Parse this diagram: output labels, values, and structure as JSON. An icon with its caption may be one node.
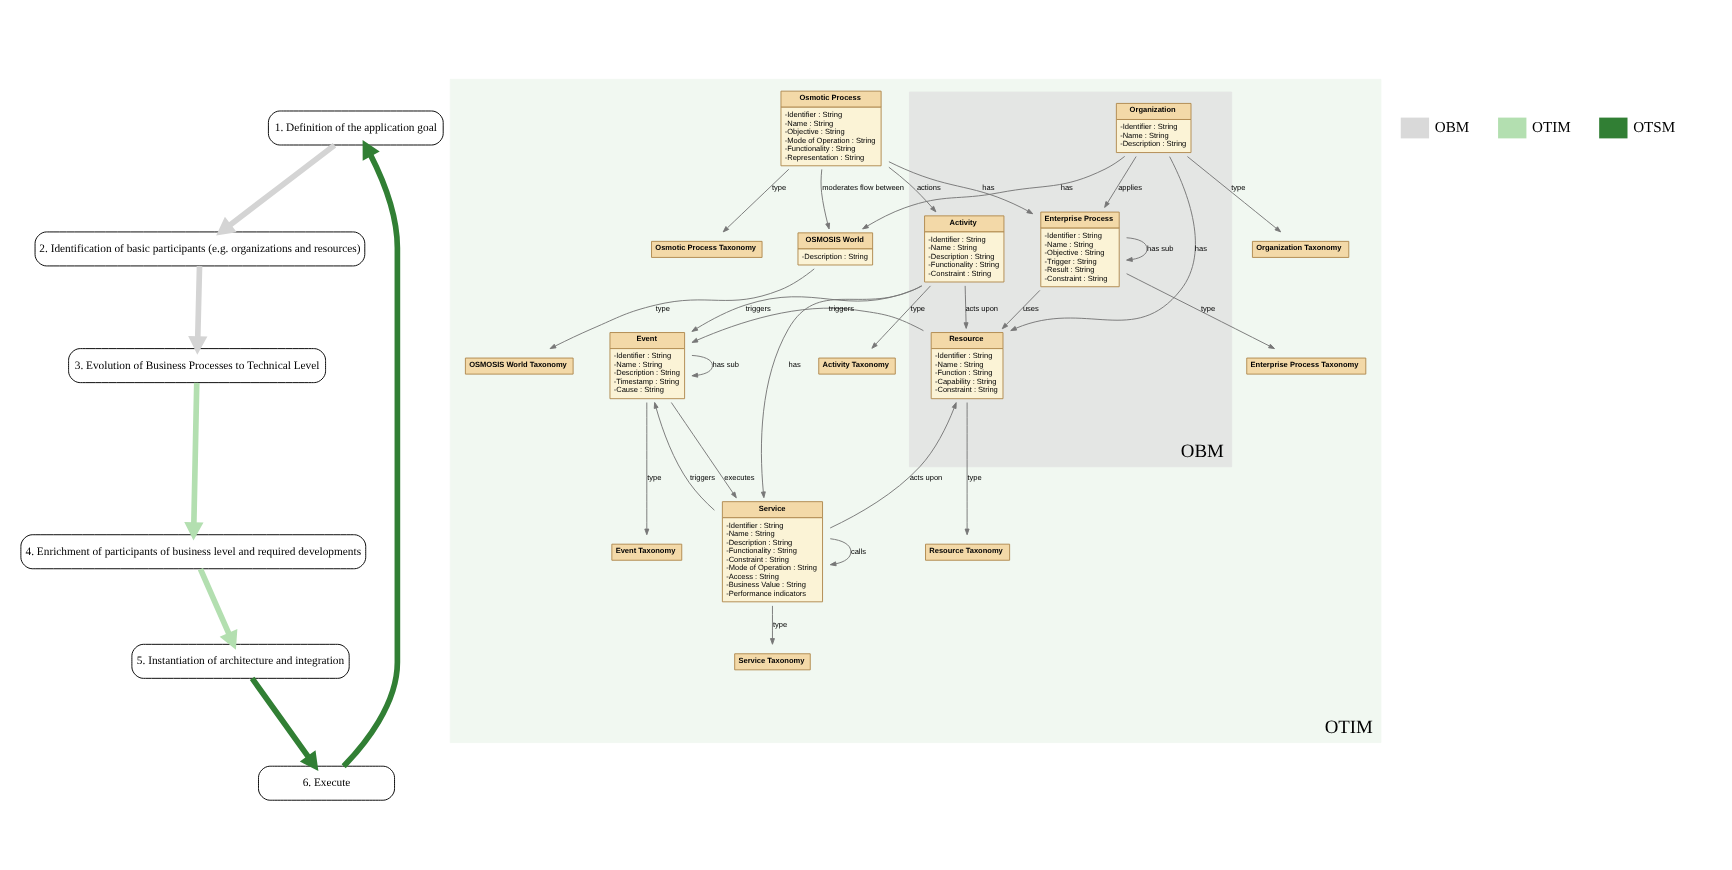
{
  "diagram": {
    "nodes": [
      {
        "text": [
          "1. Definition of the application goal"
        ]
      },
      {
        "text": [
          "2. Identification of basic participants (e.g. organizations and resources)"
        ]
      },
      {
        "text": [
          "3. Evolution of Business Processes to Technical Level"
        ]
      },
      {
        "text": [
          "4. Enrichment of participants of business level and required developments"
        ]
      },
      {
        "text": [
          "5. Instantiation of architecture and integration"
        ]
      },
      {
        "text": [
          "6. Execute"
        ]
      },
      {
        "text": [
          "OTIM"
        ]
      },
      {
        "text": [
          "OBM"
        ],
        "in": 6
      },
      {
        "text": [
          "Enterprise Process Taxonomy"
        ],
        "in": 6
      },
      {
        "text": [
          "Organization Taxonomy"
        ],
        "in": 6
      },
      {
        "text": [
          "Resource Taxonomy"
        ],
        "in": 6
      },
      {
        "text": [
          "Event Taxonomy"
        ],
        "in": 6
      },
      {
        "text": [
          "Enterprise Process",
          "-Identifier : String",
          "-Name : String",
          "-Objective : String",
          "-Trigger : String",
          "-Result : String",
          "-Constraint : String"
        ],
        "in": 7
      },
      {
        "text": [
          "Organization",
          "-Identifier : String",
          "-Name : String",
          "-Description : String"
        ],
        "in": 7
      },
      {
        "text": [
          "Resource",
          "-Identifier : String",
          "-Name : String",
          "-Function : String",
          "-Capability : String",
          "-Constraint : String"
        ],
        "in": 7
      },
      {
        "text": [
          "Event",
          "-Identifier : String",
          "-Name : String",
          "-Description : String",
          "-Timestamp : String",
          "-Cause : String"
        ],
        "in": 6
      },
      {
        "text": [
          "Osmotic Process",
          "-Identifier : String",
          "-Name : String",
          "-Objective : String",
          "-Mode of Operation : String",
          "-Functionality : String",
          "-Representation : String"
        ],
        "in": 6
      },
      {
        "text": [
          "OSMOSIS World",
          "-Description : String"
        ],
        "in": 6
      },
      {
        "text": [
          "Activity",
          "-Identifier : String",
          "-Name : String",
          "-Description : String",
          "-Functionality : String",
          "-Constraint : String"
        ],
        "in": 7
      },
      {
        "text": [
          "Service",
          "-Identifier : String",
          "-Name : String",
          "-Description : String",
          "-Functionality : String",
          "-Constraint : String",
          "-Mode of Operation : String",
          "-Access : String",
          "-Business Value : String",
          "-Performance indicators"
        ],
        "in": 6
      },
      {
        "text": [
          "Osmotic Process Taxonomy"
        ],
        "in": 6
      },
      {
        "text": [
          "OSMOSIS World Taxonomy"
        ],
        "in": 6
      },
      {
        "text": [
          "Activity Taxonomy"
        ],
        "in": 6
      },
      {
        "text": [
          "Service Taxonomy"
        ],
        "in": 6
      }
    ],
    "edges": [
      {
        "from": 0,
        "to": 1,
        "arrow": "to",
        "style": "thick",
        "color": "#d4d4d4"
      },
      {
        "from": 1,
        "to": 2,
        "arrow": "to",
        "style": "thick",
        "color": "#d4d4d4"
      },
      {
        "from": 2,
        "to": 3,
        "arrow": "to",
        "style": "thick",
        "color": "#b3dfb0"
      },
      {
        "from": 3,
        "to": 4,
        "arrow": "to",
        "style": "thick",
        "color": "#b3dfb0"
      },
      {
        "from": 4,
        "to": 5,
        "arrow": "to",
        "style": "thick",
        "color": "#317f34"
      },
      {
        "from": 5,
        "to": 0,
        "arrow": "to",
        "style": "thick",
        "color": "#317f34"
      },
      {
        "from": 12,
        "to": 8,
        "arrow": "to",
        "label": "type"
      },
      {
        "from": 13,
        "to": 9,
        "arrow": "to",
        "label": "type"
      },
      {
        "from": 14,
        "to": 10,
        "arrow": "to",
        "label": "type"
      },
      {
        "from": 15,
        "to": 11,
        "arrow": "to",
        "label": "type"
      },
      {
        "from": 12,
        "to": 12,
        "arrow": "to",
        "label": "has sub"
      },
      {
        "from": 15,
        "to": 15,
        "arrow": "to",
        "label": "has sub"
      },
      {
        "from": 13,
        "to": 12,
        "arrow": "to",
        "label": "applies"
      },
      {
        "from": 13,
        "to": 14,
        "arrow": "to",
        "label": "has"
      },
      {
        "from": 12,
        "to": 14,
        "arrow": "to",
        "label": "uses"
      },
      {
        "from": 14,
        "to": 15,
        "arrow": "to",
        "label": "triggers"
      },
      {
        "from": 16,
        "to": 12,
        "arrow": "to",
        "label": "has"
      },
      {
        "from": 13,
        "to": 17,
        "arrow": "to",
        "label": "has"
      },
      {
        "from": 16,
        "to": 17,
        "arrow": "to",
        "label": "moderates flow between"
      },
      {
        "from": 18,
        "to": 14,
        "arrow": "to",
        "label": "acts upon"
      },
      {
        "from": 19,
        "to": 14,
        "arrow": "to",
        "label": "acts upon"
      },
      {
        "from": 18,
        "to": 15,
        "arrow": "to",
        "label": "triggers"
      },
      {
        "from": 19,
        "to": 15,
        "arrow": "to",
        "label": "triggers"
      },
      {
        "from": 15,
        "to": 19,
        "arrow": "to",
        "label": "executes"
      },
      {
        "from": 18,
        "to": 19,
        "arrow": "to",
        "label": "has"
      },
      {
        "from": 19,
        "to": 19,
        "arrow": "to",
        "label": "calls"
      },
      {
        "from": 16,
        "to": 18,
        "arrow": "to",
        "label": "actions"
      },
      {
        "from": 16,
        "to": 20,
        "arrow": "to",
        "label": "type"
      },
      {
        "from": 17,
        "to": 21,
        "arrow": "to",
        "label": "type"
      },
      {
        "from": 18,
        "to": 22,
        "arrow": "to",
        "label": "type"
      },
      {
        "from": 19,
        "to": 23,
        "arrow": "to",
        "label": "type"
      }
    ],
    "legend": [
      {
        "text": "OBM",
        "color": "#d9d9d9"
      },
      {
        "text": "OTIM",
        "color": "#b3dfb0"
      },
      {
        "text": "OTSM",
        "color": "#317f34"
      }
    ]
  }
}
